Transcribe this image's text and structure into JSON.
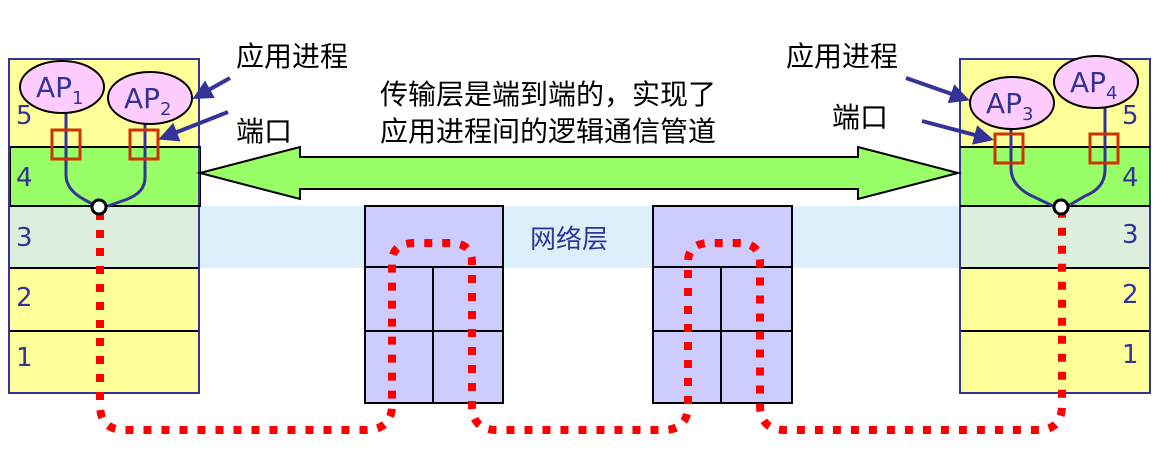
{
  "colors": {
    "layer_yellow": "#ffff99",
    "layer_green": "#99ff66",
    "layer_network_band": "#dcf0fc",
    "layer3_fill": "#dcefdc",
    "router_fill": "#ccccff",
    "ap_fill": "#ffccff",
    "number_blue": "#333399",
    "path_red": "#ff0000",
    "port_red": "#cc3300",
    "arrow_blue": "#333399"
  },
  "left_host": {
    "layers": [
      "5",
      "4",
      "3",
      "2",
      "1"
    ],
    "processes": [
      {
        "name": "AP",
        "sub": "1"
      },
      {
        "name": "AP",
        "sub": "2"
      }
    ]
  },
  "right_host": {
    "layers": [
      "5",
      "4",
      "3",
      "2",
      "1"
    ],
    "processes": [
      {
        "name": "AP",
        "sub": "3"
      },
      {
        "name": "AP",
        "sub": "4"
      }
    ]
  },
  "labels": {
    "app_process_left": "应用进程",
    "port_left": "端口",
    "app_process_right": "应用进程",
    "port_right": "端口",
    "transport_line1": "传输层是端到端的，实现了",
    "transport_line2": "应用进程间的逻辑通信管道",
    "network_layer": "网络层"
  }
}
